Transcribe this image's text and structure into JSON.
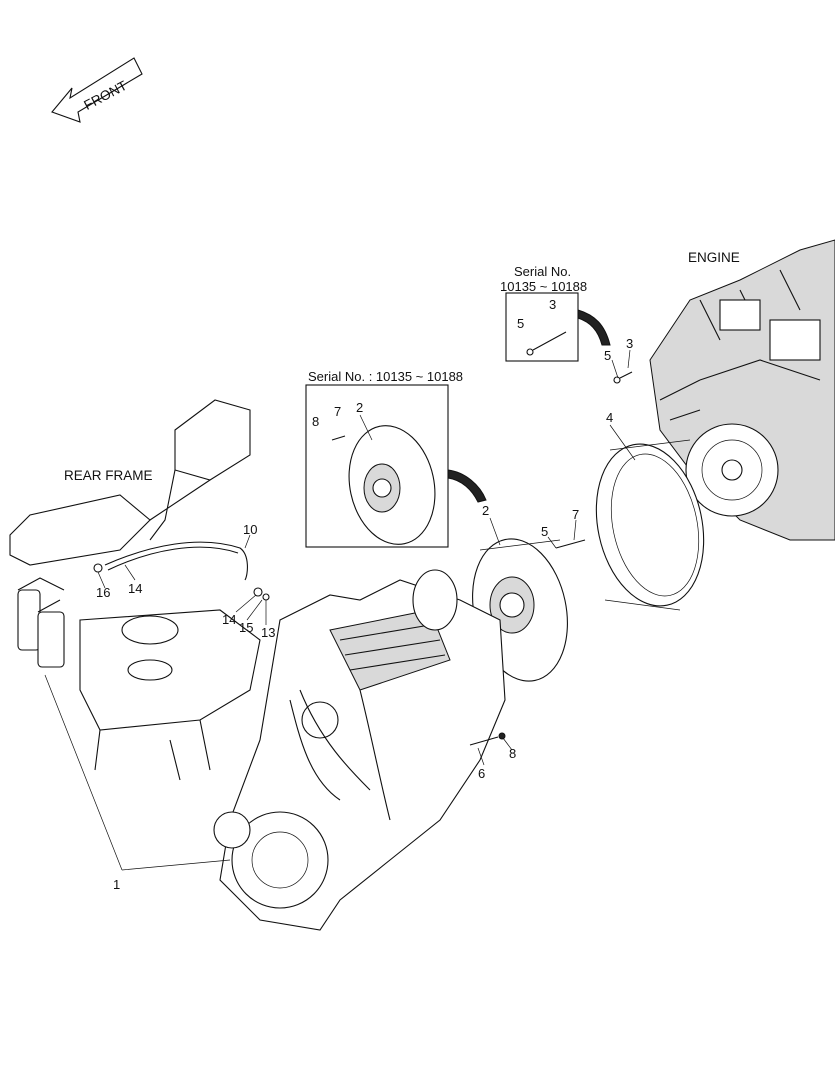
{
  "front_arrow": {
    "label": "FRONT"
  },
  "labels": {
    "engine": "ENGINE",
    "rear_frame": "REAR FRAME"
  },
  "inset_small": {
    "serial_title": "Serial No.",
    "serial_range": "10135 ~ 10188"
  },
  "inset_large": {
    "serial_title": "Serial No. : 10135 ~ 10188"
  },
  "callouts": {
    "c1": "1",
    "c2a": "2",
    "c2b": "2",
    "c3a": "3",
    "c3b": "3",
    "c4": "4",
    "c5a": "5",
    "c5b": "5",
    "c5c": "5",
    "c6": "6",
    "c7a": "7",
    "c7b": "7",
    "c8a": "8",
    "c8b": "8",
    "c10": "10",
    "c13": "13",
    "c14a": "14",
    "c14b": "14",
    "c15": "15",
    "c16": "16"
  }
}
